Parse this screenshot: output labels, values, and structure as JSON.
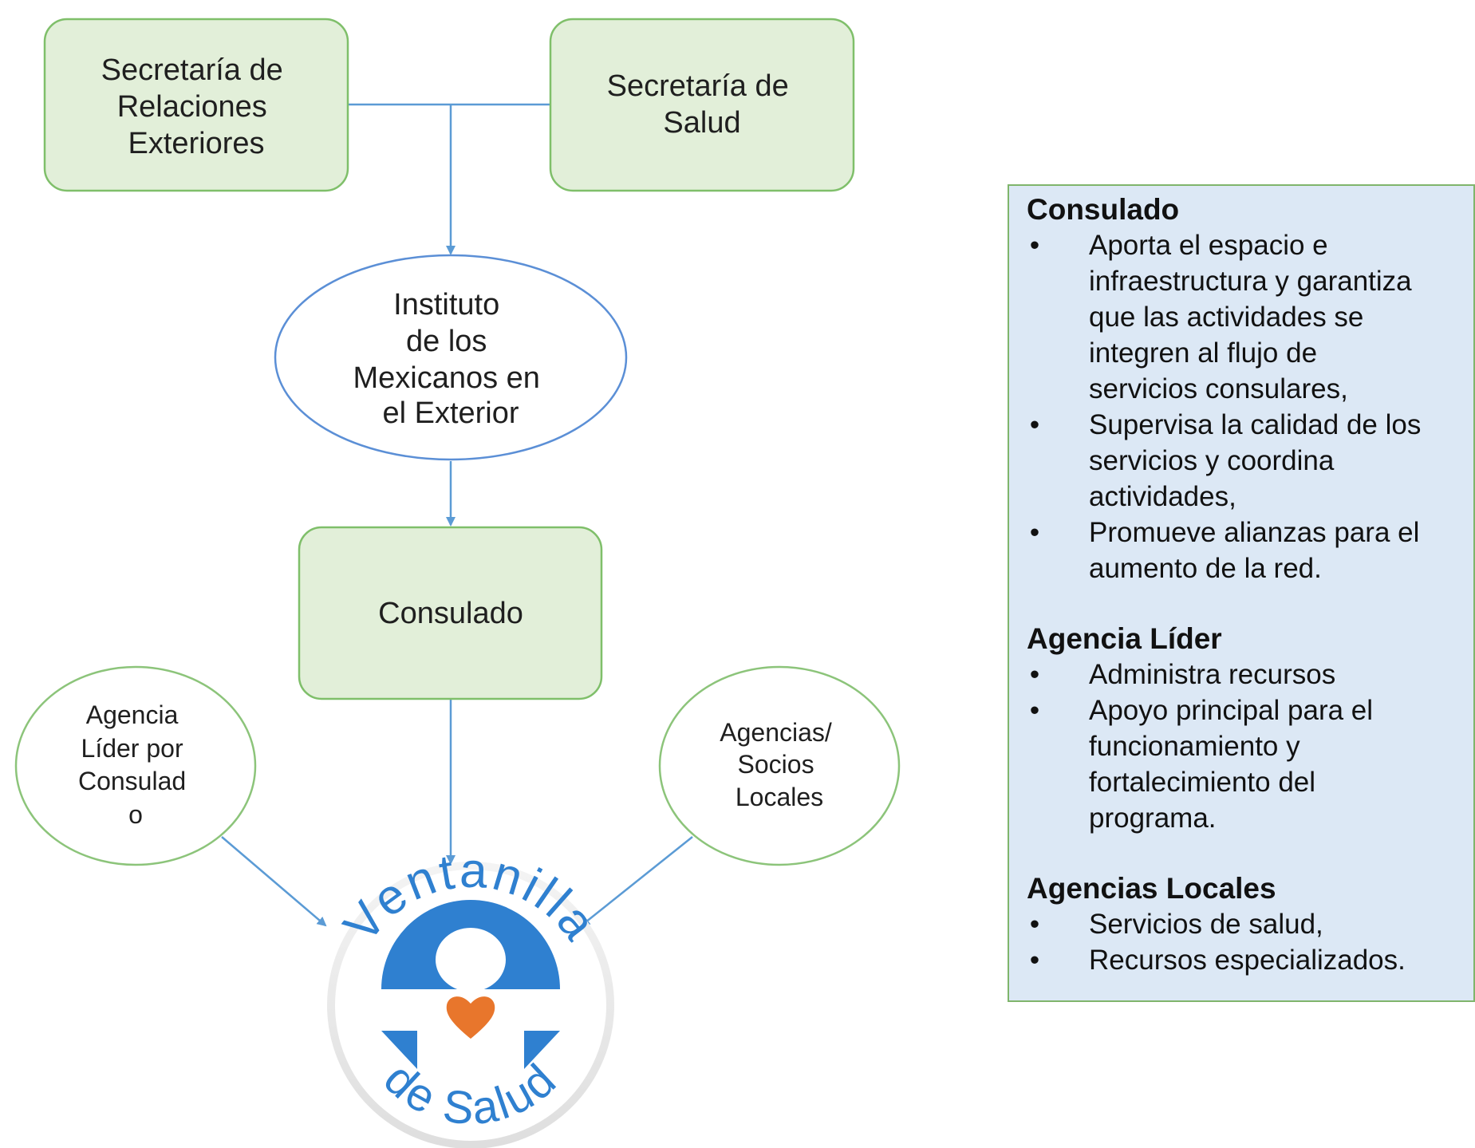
{
  "nodes": {
    "sre": [
      "Secretaría de",
      "Relaciones",
      "Exteriores"
    ],
    "salud": [
      "Secretaría de",
      "Salud"
    ],
    "ime": [
      "Instituto",
      "de los",
      "Mexicanos en",
      "el Exterior"
    ],
    "consulado": [
      "Consulado"
    ],
    "agencia_lider": [
      "Agencia",
      "Líder por",
      "Consulad",
      "o"
    ],
    "agencias_socios": [
      "Agencias/",
      "Socios",
      "Locales"
    ]
  },
  "logo": {
    "arc_top": "Ventanilla",
    "arc_bottom": "de Salud",
    "colors": {
      "blue": "#2f80d0",
      "heart": "#e8762c"
    }
  },
  "panel": {
    "sections": [
      {
        "heading": "Consulado",
        "items": [
          [
            "Aporta el espacio e",
            "infraestructura y garantiza",
            "que las actividades se",
            "integren al flujo de",
            "servicios consulares,"
          ],
          [
            "Supervisa la calidad de los",
            "servicios y coordina",
            "actividades,"
          ],
          [
            "Promueve alianzas para el",
            "aumento de la red."
          ]
        ]
      },
      {
        "heading": "Agencia Líder",
        "items": [
          [
            "Administra recursos"
          ],
          [
            "Apoyo principal para el",
            "funcionamiento y",
            "fortalecimiento del",
            "programa."
          ]
        ]
      },
      {
        "heading": "Agencias Locales",
        "items": [
          [
            "Servicios de salud,"
          ],
          [
            "Recursos especializados."
          ]
        ]
      }
    ],
    "bullet": "•"
  },
  "colors": {
    "box_fill": "#e2efd9",
    "box_stroke": "#7fbf6a",
    "ellipse_blue_stroke": "#5b8fd6",
    "ellipse_green_stroke": "#8cc47a",
    "arrow": "#5b9bd5",
    "panel_fill": "#dce8f5"
  }
}
